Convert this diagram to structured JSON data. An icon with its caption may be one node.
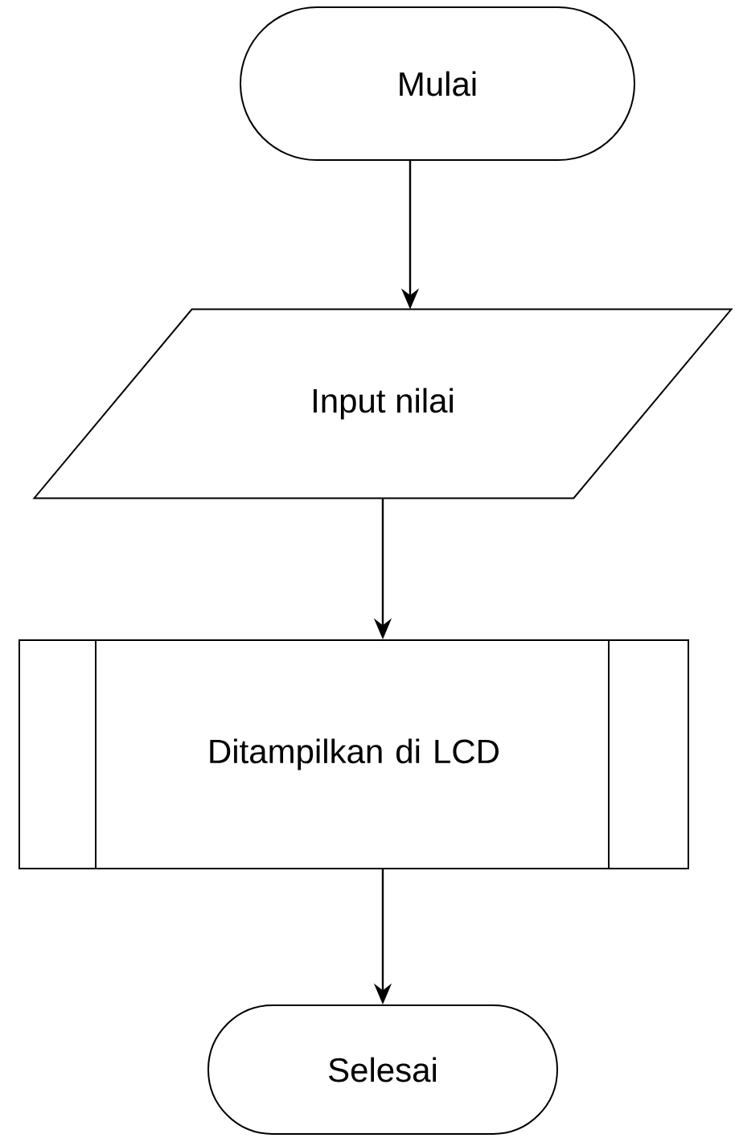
{
  "diagram": {
    "nodes": [
      {
        "text": [
          "Mulai"
        ]
      },
      {
        "text": [
          "Input nilai"
        ]
      },
      {
        "text": [
          "Ditampilkan di LCD"
        ]
      },
      {
        "text": [
          "Selesai"
        ]
      }
    ],
    "edges": [
      {
        "from": 0,
        "to": 1,
        "arrow": "to"
      },
      {
        "from": 1,
        "to": 2,
        "arrow": "to"
      },
      {
        "from": 2,
        "to": 3,
        "arrow": "to"
      }
    ]
  }
}
